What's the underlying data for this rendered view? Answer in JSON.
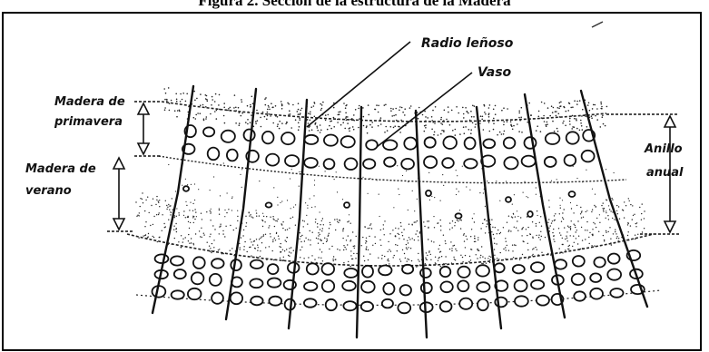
{
  "caption": "Figura 2. Sección de la estructura de la Madera",
  "labels": {
    "radio_lenoso": "Radio leñoso",
    "vaso": "Vaso",
    "primavera_1": "Madera de",
    "primavera_2": "primavera",
    "verano_1": "Madera de",
    "verano_2": "verano",
    "anillo_1": "Anillo",
    "anillo_2": "anual"
  },
  "colors": {
    "ink": "#111111",
    "background": "#ffffff"
  }
}
